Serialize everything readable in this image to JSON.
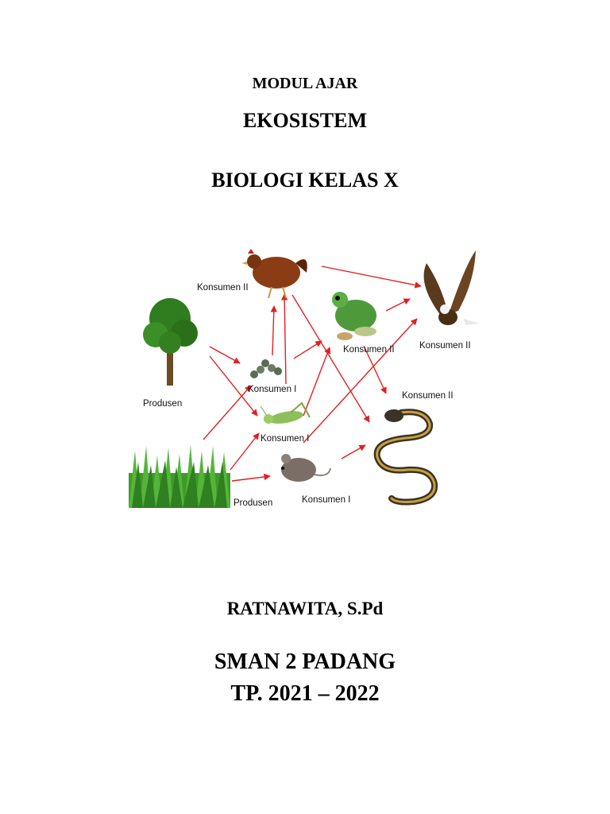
{
  "header": {
    "module": "MODUL AJAR",
    "topic": "EKOSISTEM",
    "subject": "BIOLOGI KELAS X"
  },
  "food_web": {
    "arrow_color": "#e02020",
    "organisms": [
      {
        "icon": "chicken-icon",
        "label": "Konsumen II"
      },
      {
        "icon": "tree-icon",
        "label": "Produsen"
      },
      {
        "icon": "caterpillar-icon",
        "label": "Konsumen I"
      },
      {
        "icon": "frog-icon",
        "label": "Konsumen II"
      },
      {
        "icon": "eagle-icon",
        "label": "Konsumen II"
      },
      {
        "icon": "grasshopper-icon",
        "label": "Konsumen I"
      },
      {
        "icon": "snake-icon",
        "label": "Konsumen II"
      },
      {
        "icon": "grass-icon",
        "label": "Produsen"
      },
      {
        "icon": "mouse-icon",
        "label": "Konsumen I"
      }
    ]
  },
  "author": "RATNAWITA, S.Pd",
  "school": "SMAN 2 PADANG",
  "year": "TP. 2021 – 2022"
}
